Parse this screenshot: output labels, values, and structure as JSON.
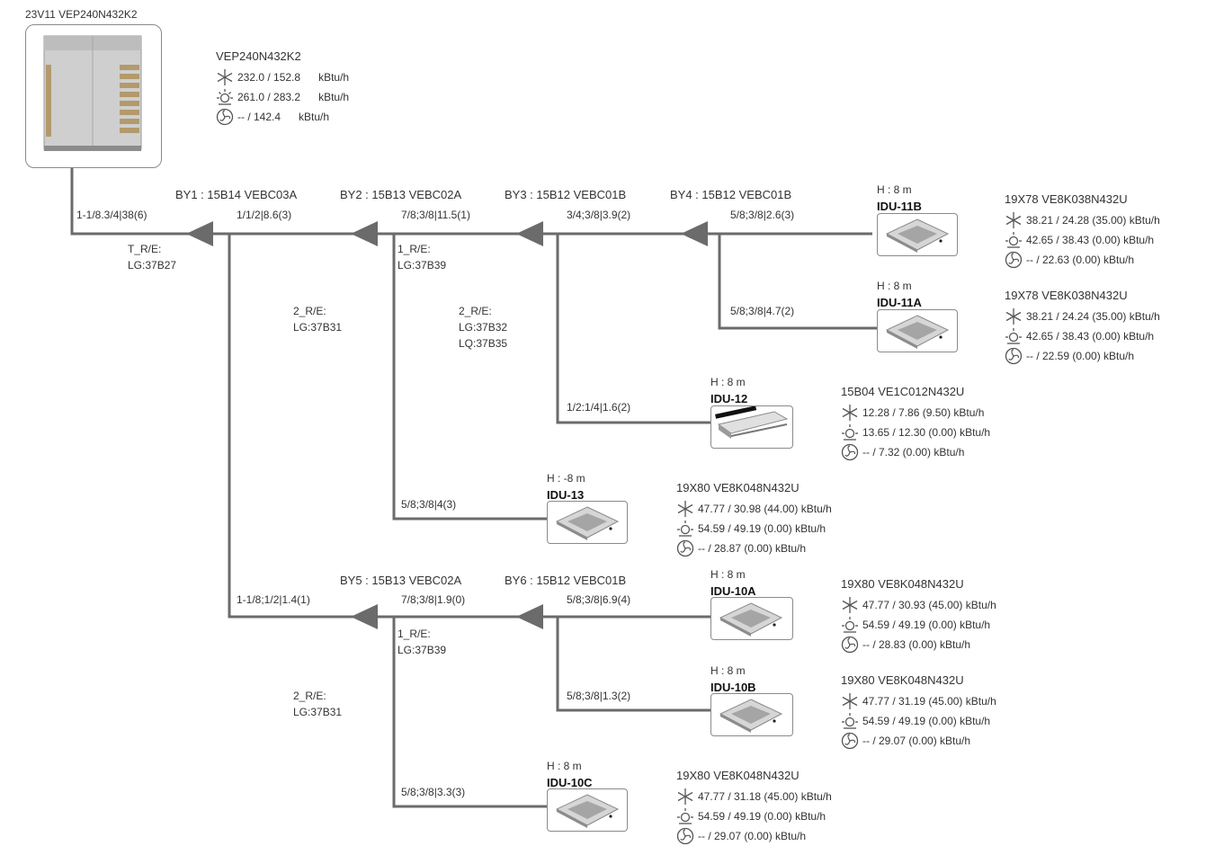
{
  "odu": {
    "header": "23V11 VEP240N432K2",
    "model": "VEP240N432K2",
    "rows": [
      {
        "icon": "cooling-icon",
        "text": "232.0 / 152.8",
        "unit": "kBtu/h"
      },
      {
        "icon": "heating-icon",
        "text": "261.0 / 283.2",
        "unit": "kBtu/h"
      },
      {
        "icon": "fan-icon",
        "text": "-- / 142.4",
        "unit": "kBtu/h"
      }
    ]
  },
  "branches": [
    {
      "id": "BY1",
      "label": "BY1 : 15B14 VEBC03A"
    },
    {
      "id": "BY2",
      "label": "BY2 : 15B13 VEBC02A"
    },
    {
      "id": "BY3",
      "label": "BY3 : 15B12 VEBC01B"
    },
    {
      "id": "BY4",
      "label": "BY4 : 15B12 VEBC01B"
    },
    {
      "id": "BY5",
      "label": "BY5 : 15B13 VEBC02A"
    },
    {
      "id": "BY6",
      "label": "BY6 : 15B12 VEBC01B"
    }
  ],
  "pipe_labels": {
    "odu_by1": "1-1/8.3/4|38(6)",
    "by1_by2": "1/1/2|8.6(3)",
    "by2_by3": "7/8;3/8|11.5(1)",
    "by3_by4": "3/4;3/8|3.9(2)",
    "by4_11b": "5/8;3/8|2.6(3)",
    "by4_11a": "5/8;3/8|4.7(2)",
    "by3_12": "1/2:1/4|1.6(2)",
    "by2_13": "5/8;3/8|4(3)",
    "by1_by5": "1-1/8;1/2|1.4(1)",
    "by5_by6": "7/8;3/8|1.9(0)",
    "by6_10a": "5/8;3/8|6.9(4)",
    "by6_10b": "5/8;3/8|1.3(2)",
    "by5_10c": "5/8;3/8|3.3(3)"
  },
  "refnet_labels": {
    "r1_line1": "T_R/E:",
    "r1_line2": "LG:37B27",
    "r2_line1": "2_R/E:",
    "r2_line2": "LG:37B31",
    "r3_line1": "1_R/E:",
    "r3_line2": "LG:37B39",
    "r4_line1": "2_R/E:",
    "r4_line2": "LG:37B32",
    "r4_line3": "LQ:37B35",
    "r5_line1": "1_R/E:",
    "r5_line2": "LG:37B39",
    "r6_line1": "2_R/E:",
    "r6_line2": "LG:37B31"
  },
  "idus": [
    {
      "key": "idu11b",
      "height": "H : 8 m",
      "name": "IDU-11B",
      "type": "cassette",
      "model": "19X78 VE8K038N432U",
      "rows": [
        {
          "icon": "cooling-icon",
          "text": "38.21 / 24.28  (35.00)  kBtu/h"
        },
        {
          "icon": "heating-icon",
          "text": "42.65 / 38.43  (0.00)  kBtu/h"
        },
        {
          "icon": "fan-icon",
          "text": "-- / 22.63  (0.00)  kBtu/h"
        }
      ]
    },
    {
      "key": "idu11a",
      "height": "H : 8 m",
      "name": "IDU-11A",
      "type": "cassette",
      "model": "19X78 VE8K038N432U",
      "rows": [
        {
          "icon": "cooling-icon",
          "text": "38.21 / 24.24  (35.00)  kBtu/h"
        },
        {
          "icon": "heating-icon",
          "text": "42.65 / 38.43  (0.00)  kBtu/h"
        },
        {
          "icon": "fan-icon",
          "text": "-- / 22.59  (0.00)  kBtu/h"
        }
      ]
    },
    {
      "key": "idu12",
      "height": "H : 8 m",
      "name": "IDU-12",
      "type": "wall",
      "model": "15B04 VE1C012N432U",
      "rows": [
        {
          "icon": "cooling-icon",
          "text": "12.28 / 7.86  (9.50)  kBtu/h"
        },
        {
          "icon": "heating-icon",
          "text": "13.65 / 12.30  (0.00)  kBtu/h"
        },
        {
          "icon": "fan-icon",
          "text": "-- / 7.32  (0.00)  kBtu/h"
        }
      ]
    },
    {
      "key": "idu13",
      "height": "H : -8 m",
      "name": "IDU-13",
      "type": "cassette",
      "model": "19X80 VE8K048N432U",
      "rows": [
        {
          "icon": "cooling-icon",
          "text": "47.77 / 30.98  (44.00)  kBtu/h"
        },
        {
          "icon": "heating-icon",
          "text": "54.59 / 49.19  (0.00)  kBtu/h"
        },
        {
          "icon": "fan-icon",
          "text": "-- / 28.87  (0.00)  kBtu/h"
        }
      ]
    },
    {
      "key": "idu10a",
      "height": "H : 8 m",
      "name": "IDU-10A",
      "type": "cassette",
      "model": "19X80 VE8K048N432U",
      "rows": [
        {
          "icon": "cooling-icon",
          "text": "47.77 / 30.93  (45.00)  kBtu/h"
        },
        {
          "icon": "heating-icon",
          "text": "54.59 / 49.19  (0.00)  kBtu/h"
        },
        {
          "icon": "fan-icon",
          "text": "-- / 28.83  (0.00)  kBtu/h"
        }
      ]
    },
    {
      "key": "idu10b",
      "height": "H : 8 m",
      "name": "IDU-10B",
      "type": "cassette",
      "model": "19X80 VE8K048N432U",
      "rows": [
        {
          "icon": "cooling-icon",
          "text": "47.77 / 31.19  (45.00)  kBtu/h"
        },
        {
          "icon": "heating-icon",
          "text": "54.59 / 49.19  (0.00)  kBtu/h"
        },
        {
          "icon": "fan-icon",
          "text": "-- / 29.07  (0.00)  kBtu/h"
        }
      ]
    },
    {
      "key": "idu10c",
      "height": "H : 8 m",
      "name": "IDU-10C",
      "type": "cassette",
      "model": "19X80 VE8K048N432U",
      "rows": [
        {
          "icon": "cooling-icon",
          "text": "47.77 / 31.18  (45.00)  kBtu/h"
        },
        {
          "icon": "heating-icon",
          "text": "54.59 / 49.19  (0.00)  kBtu/h"
        },
        {
          "icon": "fan-icon",
          "text": "-- / 29.07  (0.00)  kBtu/h"
        }
      ]
    }
  ],
  "colors": {
    "pipe": "#6b6b6b",
    "arrow": "#6b6b6b",
    "box_border": "#8a8a8a",
    "text": "#333333"
  }
}
